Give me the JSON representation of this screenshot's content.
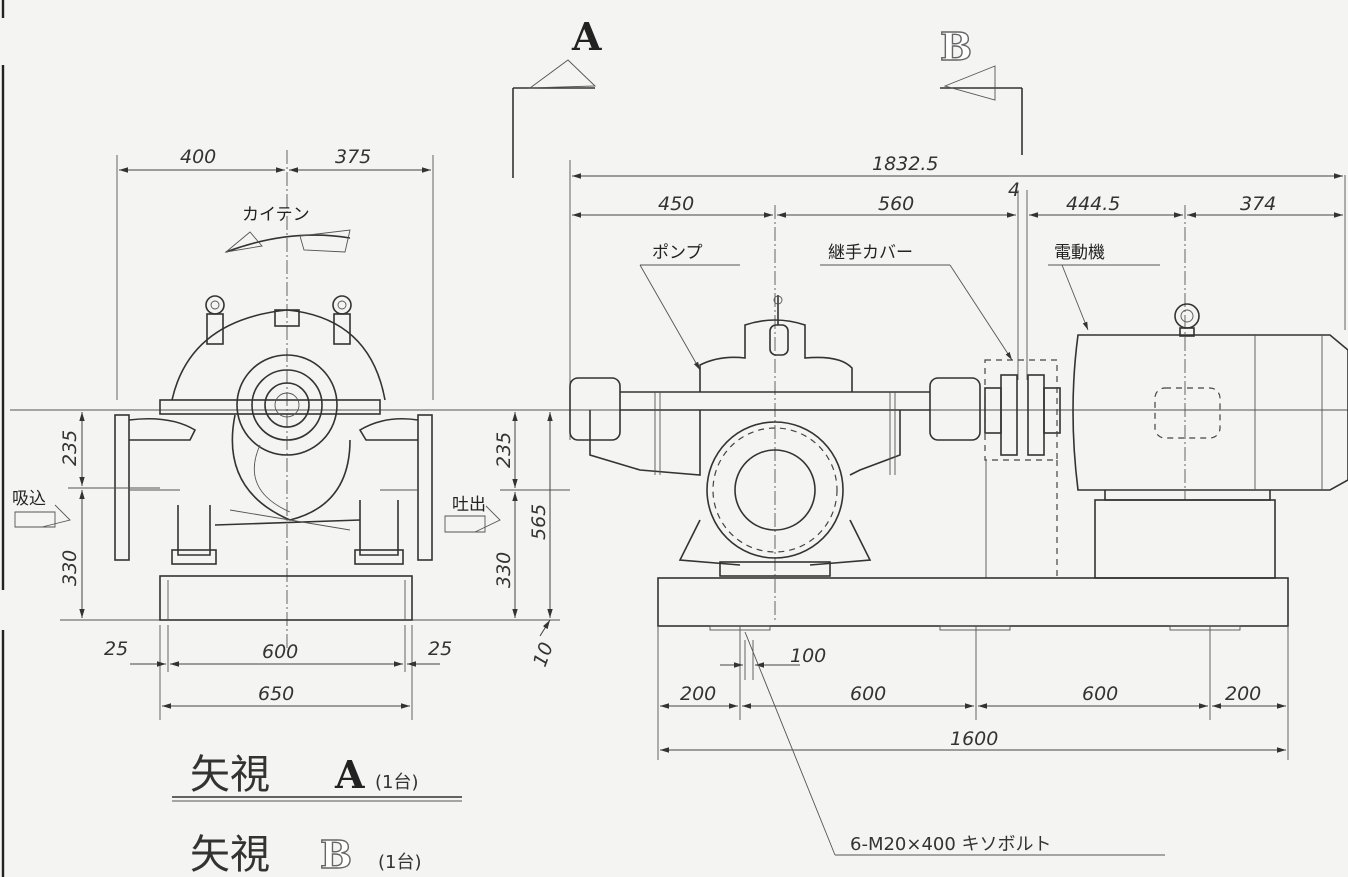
{
  "sections": {
    "a": "A",
    "b": "B"
  },
  "left_view": {
    "dims": {
      "top_left": "400",
      "top_right": "375",
      "h_upper": "235",
      "h_lower": "330",
      "base_inner": "600",
      "base_outer": "650",
      "edge_left": "25",
      "edge_right": "25"
    },
    "rotation_label": "カイテン",
    "suction_label": "吸込",
    "discharge_label": "吐出"
  },
  "right_view": {
    "dims": {
      "overall": "1832.5",
      "pump_half": "450",
      "pump_to_coupling": "560",
      "gap": "4",
      "motor_left": "444.5",
      "motor_right": "374",
      "h_upper": "235",
      "h_lower": "330",
      "h_total": "565",
      "bottom_gap": "10",
      "bolt_offset": "100",
      "base_200_left": "200",
      "base_600_left": "600",
      "base_600_right": "600",
      "base_200_right": "200",
      "base_total": "1600"
    },
    "labels": {
      "pump": "ポンプ",
      "coupling_cover": "継手カバー",
      "motor": "電動機"
    },
    "bolt_note": "6-M20×400 キソボルト"
  },
  "captions": {
    "view_a": "矢視",
    "view_a_letter": "A",
    "view_a_qty": "(1台)",
    "view_b": "矢視",
    "view_b_letter": "B",
    "view_b_qty": "(1台)"
  }
}
